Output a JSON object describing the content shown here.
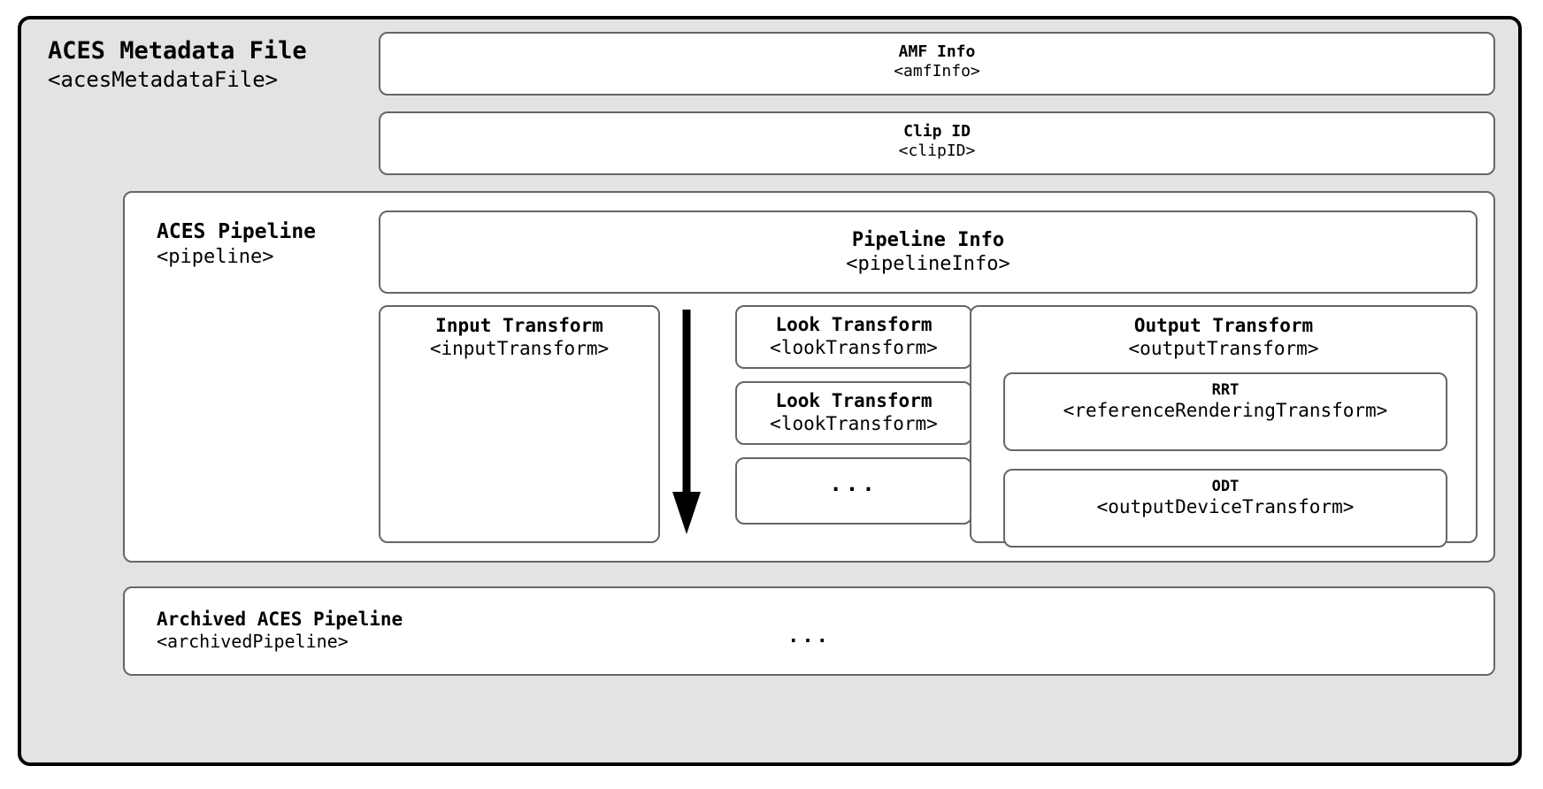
{
  "root": {
    "title": "ACES Metadata File",
    "tag": "<acesMetadataFile>"
  },
  "amf_info": {
    "title": "AMF Info",
    "tag": "<amfInfo>"
  },
  "clip_id": {
    "title": "Clip ID",
    "tag": "<clipID>"
  },
  "pipeline": {
    "title": "ACES Pipeline",
    "tag": "<pipeline>",
    "info": {
      "title": "Pipeline Info",
      "tag": "<pipelineInfo>"
    },
    "input_transform": {
      "title": "Input Transform",
      "tag": "<inputTransform>"
    },
    "flow_arrow": {
      "direction": "down",
      "color": "#000000"
    },
    "look_transforms": [
      {
        "title": "Look Transform",
        "tag": "<lookTransform>"
      },
      {
        "title": "Look Transform",
        "tag": "<lookTransform>"
      },
      {
        "ellipsis": "..."
      }
    ],
    "output_transform": {
      "title": "Output Transform",
      "tag": "<outputTransform>",
      "children": [
        {
          "title": "RRT",
          "tag": "<referenceRenderingTransform>"
        },
        {
          "title": "ODT",
          "tag": "<outputDeviceTransform>"
        }
      ]
    }
  },
  "archived_pipeline": {
    "title": "Archived ACES Pipeline",
    "tag": "<archivedPipeline>",
    "ellipsis": "..."
  },
  "colors": {
    "frame_border": "#000000",
    "frame_fill": "#e3e3e3",
    "box_border": "#666666",
    "box_fill": "#ffffff",
    "text": "#000000",
    "arrow": "#000000"
  }
}
